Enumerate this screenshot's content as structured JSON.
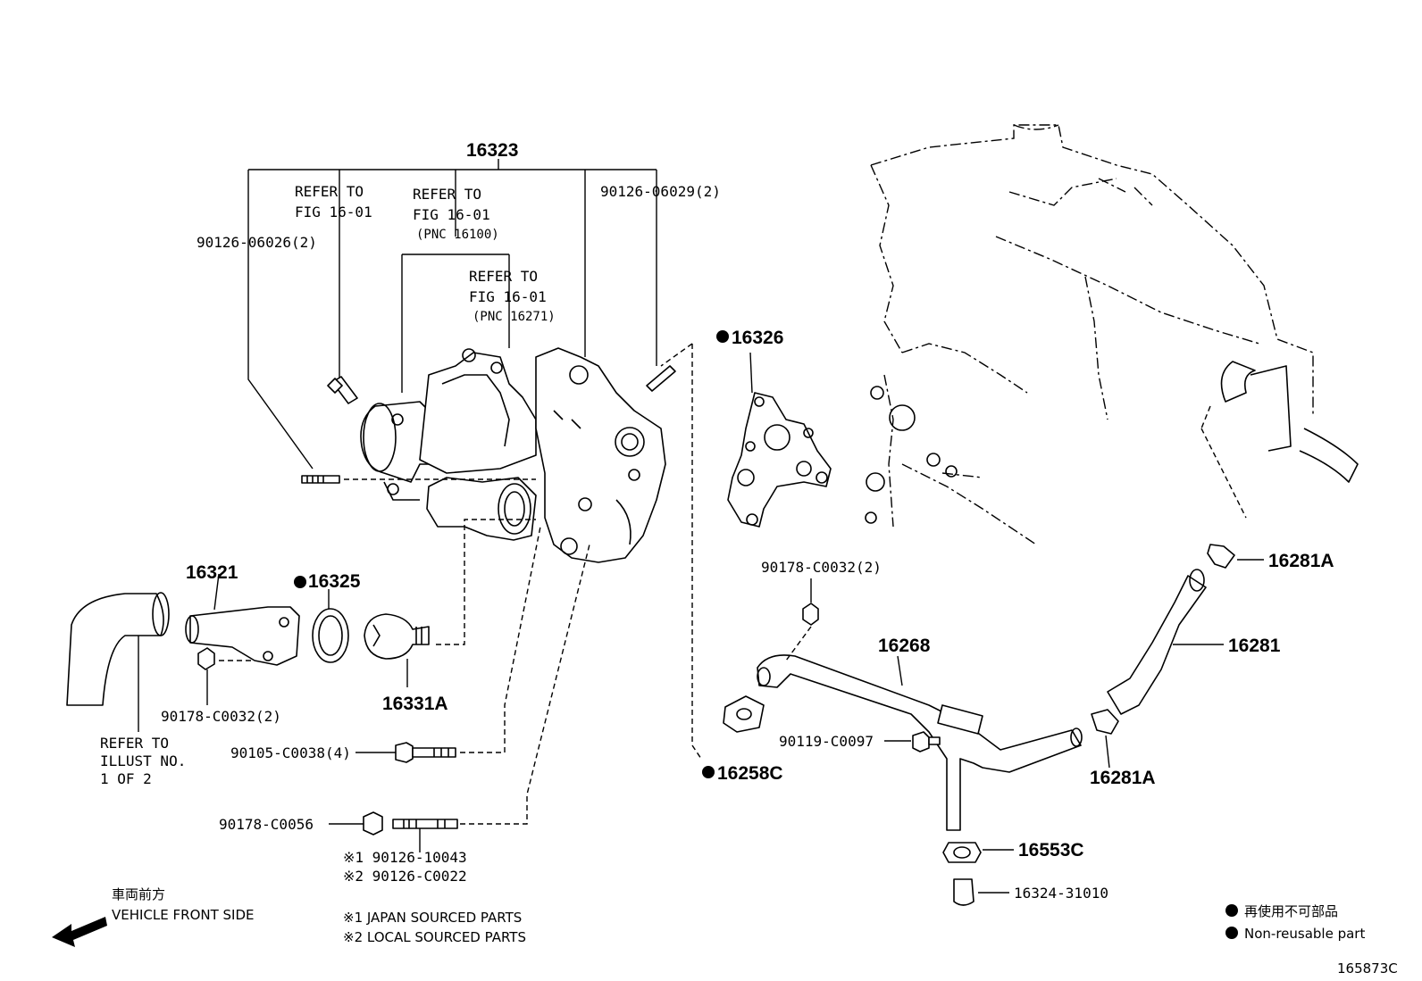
{
  "callouts": {
    "p16323": "16323",
    "p16321": "16321",
    "p16325": "16325",
    "p16331A": "16331A",
    "p16326": "16326",
    "p16268": "16268",
    "p16281": "16281",
    "p16281A_top": "16281A",
    "p16281A_bottom": "16281A",
    "p16258C": "16258C",
    "p16553C": "16553C"
  },
  "part_numbers": {
    "stud_left": "90126-06026(2)",
    "stud_right": "90126-06029(2)",
    "bolt_90105": "90105-C0038(4)",
    "nut_90178_c0056": "90178-C0056",
    "nut_90178_left": "90178-C0032(2)",
    "nut_90178_right": "90178-C0032(2)",
    "bolt_90119": "90119-C0097",
    "cap_16324": "16324-31010",
    "stud_jp": "※1 90126-10043",
    "stud_local": "※2 90126-C0022"
  },
  "refer_notes": {
    "fig_a_line1": "REFER TO",
    "fig_a_line2": "FIG 16-01",
    "fig_b_line1": "REFER TO",
    "fig_b_line2": "FIG 16-01",
    "fig_b_line3": "(PNC 16100)",
    "fig_c_line1": "REFER TO",
    "fig_c_line2": "FIG 16-01",
    "fig_c_line3": "(PNC 16271)",
    "illust_line1": "REFER TO",
    "illust_line2": "ILLUST NO.",
    "illust_line3": "1 OF 2"
  },
  "direction": {
    "jp": "車両前方",
    "en": "VEHICLE FRONT SIDE"
  },
  "sourcing": {
    "japan": "※1 JAPAN SOURCED PARTS",
    "local": "※2 LOCAL SOURCED PARTS"
  },
  "legend": {
    "jp": "再使用不可部品",
    "en": "Non-reusable part"
  },
  "figure_id": "165873C"
}
